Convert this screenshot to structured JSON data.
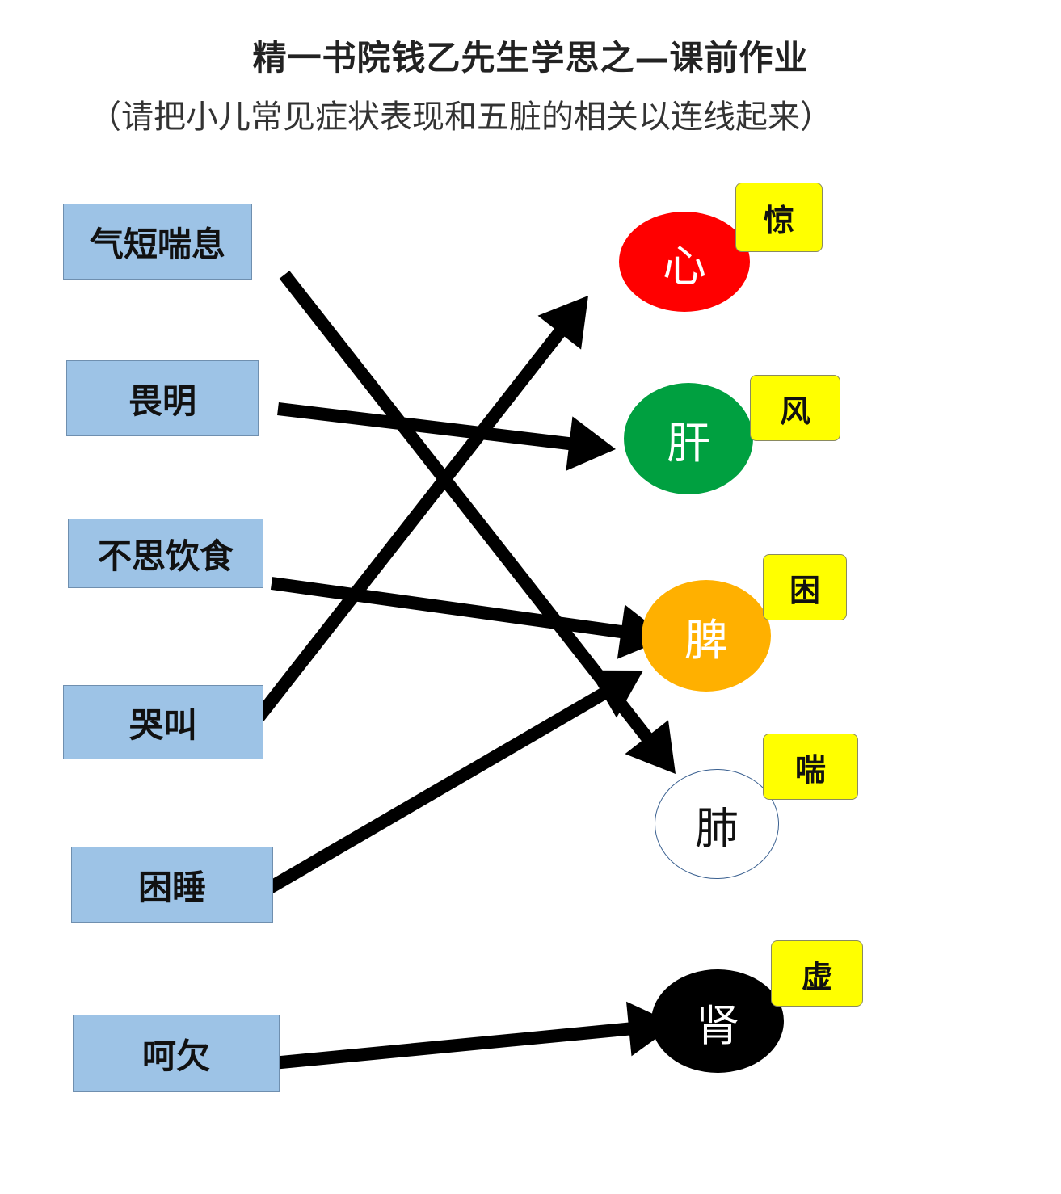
{
  "title": "精一书院钱乙先生学思之—课前作业",
  "subtitle": "（请把小儿常见症状表现和五脏的相关以连线起来）",
  "symptoms": [
    {
      "id": "s1",
      "label": "气短喘息"
    },
    {
      "id": "s2",
      "label": "畏明"
    },
    {
      "id": "s3",
      "label": "不思饮食"
    },
    {
      "id": "s4",
      "label": "哭叫"
    },
    {
      "id": "s5",
      "label": "困睡"
    },
    {
      "id": "s6",
      "label": "呵欠"
    }
  ],
  "organs": [
    {
      "id": "o1",
      "label": "心",
      "tag": "惊",
      "color": "#ff0000",
      "text_color": "#ffffff"
    },
    {
      "id": "o2",
      "label": "肝",
      "tag": "风",
      "color": "#00a040",
      "text_color": "#ffffff"
    },
    {
      "id": "o3",
      "label": "脾",
      "tag": "困",
      "color": "#ffb000",
      "text_color": "#ffffff"
    },
    {
      "id": "o4",
      "label": "肺",
      "tag": "喘",
      "color": "#ffffff",
      "text_color": "#111111"
    },
    {
      "id": "o5",
      "label": "肾",
      "tag": "虚",
      "color": "#000000",
      "text_color": "#ffffff"
    }
  ],
  "connections": [
    {
      "from": "气短喘息",
      "to": "肺"
    },
    {
      "from": "畏明",
      "to": "肝"
    },
    {
      "from": "不思饮食",
      "to": "脾"
    },
    {
      "from": "哭叫",
      "to": "心"
    },
    {
      "from": "困睡",
      "to": "脾"
    },
    {
      "from": "呵欠",
      "to": "肾"
    }
  ],
  "colors": {
    "symptom_fill": "#9dc3e6",
    "tag_fill": "#ffff00",
    "arrow": "#000000"
  }
}
